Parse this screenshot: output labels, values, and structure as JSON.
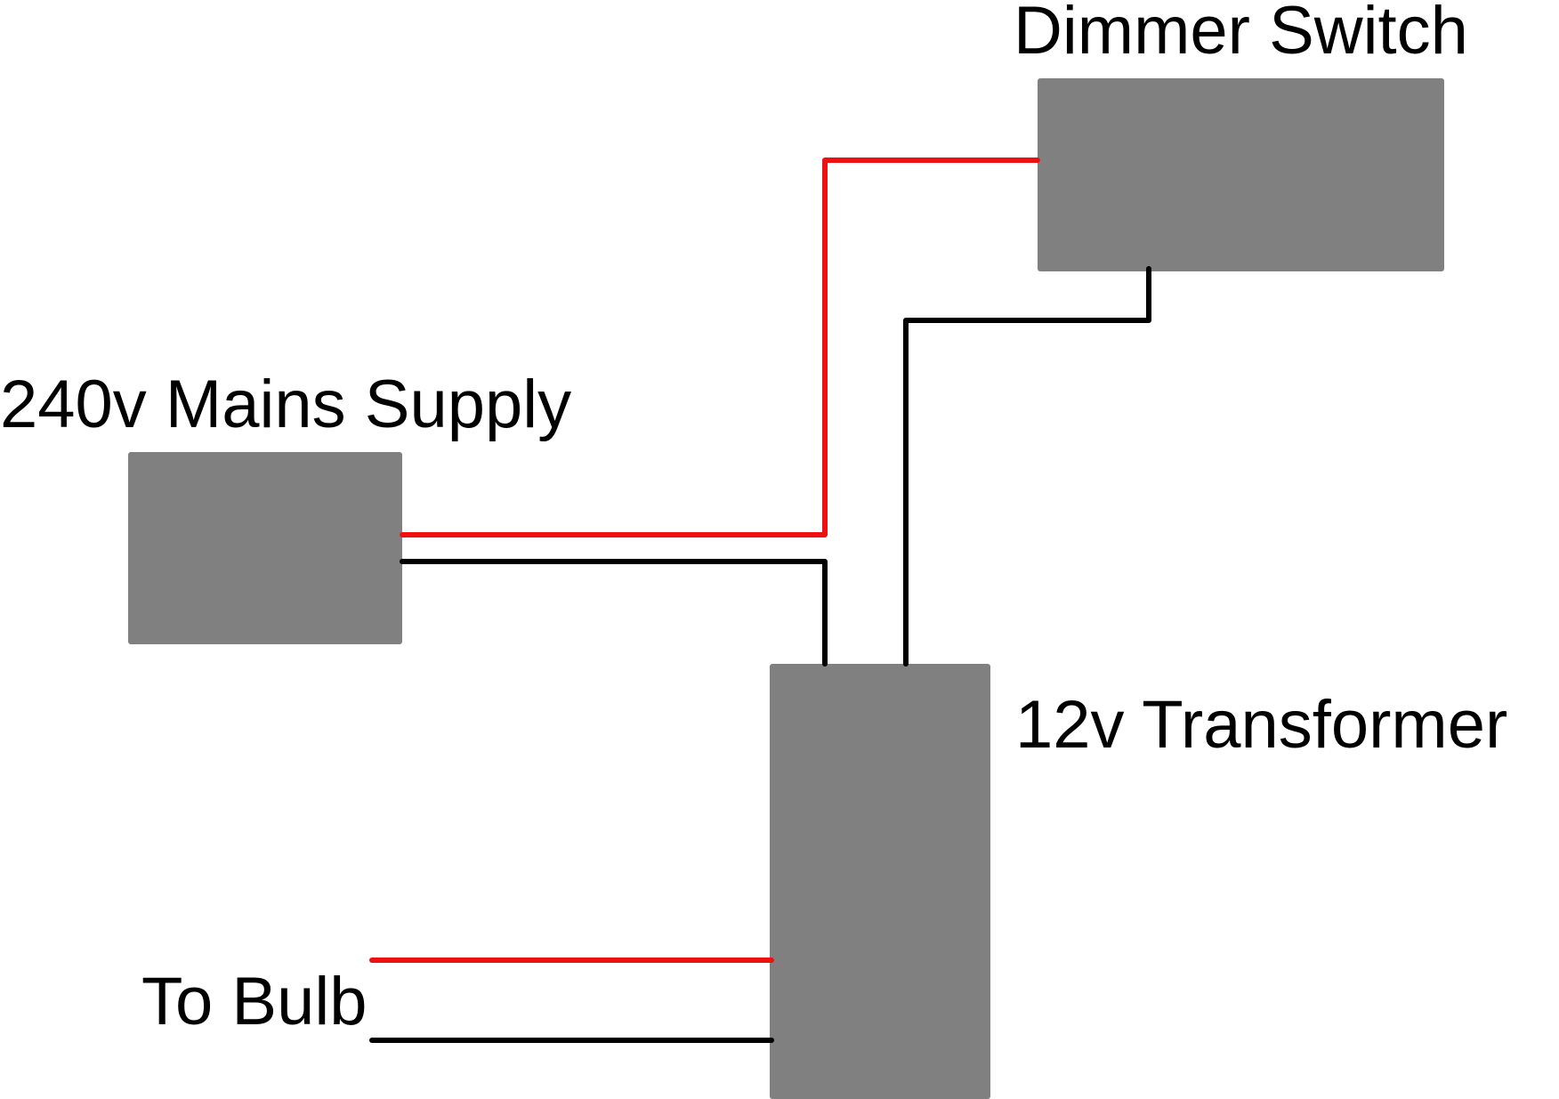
{
  "labels": {
    "dimmer_switch": "Dimmer Switch",
    "mains_supply": "240v Mains Supply",
    "transformer": "12v Transformer",
    "bulb": "To Bulb"
  },
  "colors": {
    "component_box": "#808080",
    "live_wire": "#ee1111",
    "neutral_wire": "#000000",
    "background": "#ffffff"
  }
}
